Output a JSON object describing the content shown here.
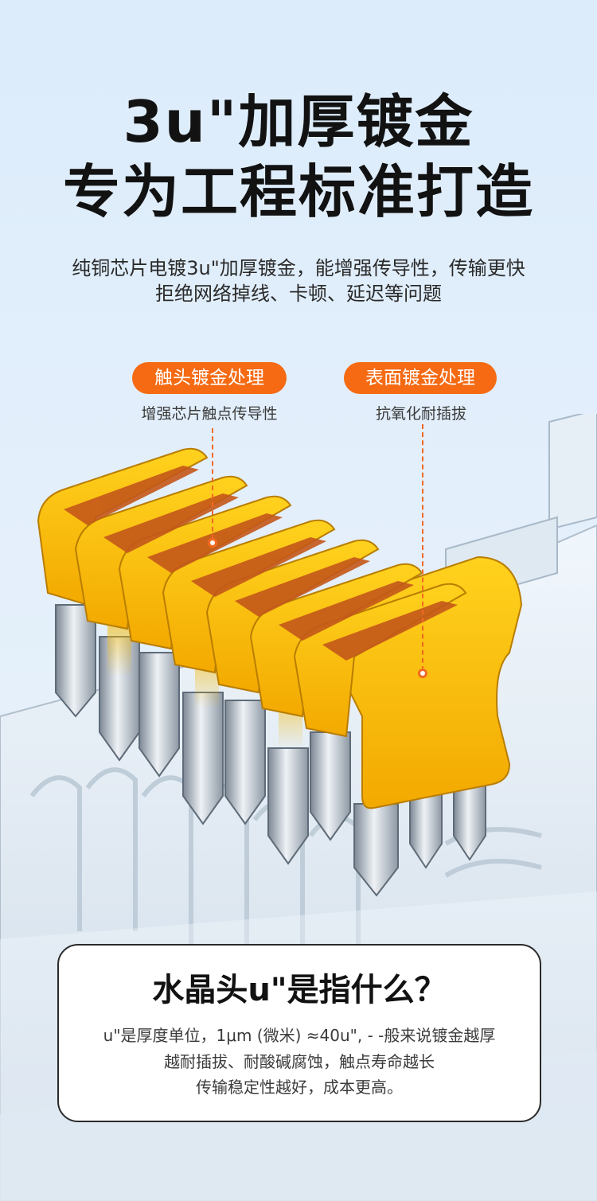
{
  "headline": {
    "line1": "3u\"加厚镀金",
    "line2": "专为工程标准打造"
  },
  "description": {
    "line1": "纯铜芯片电镀3u\"加厚镀金，能增强传导性，传输更快",
    "line2": "拒绝网络掉线、卡顿、延迟等问题"
  },
  "callouts": [
    {
      "label": "触头镀金处理",
      "note": "增强芯片触点传导性"
    },
    {
      "label": "表面镀金处理",
      "note": "抗氧化耐插拔"
    }
  ],
  "info_card": {
    "title": "水晶头u\"是指什么？",
    "line1": "u\"是厚度单位，1μm (微米) ≈40u\", - -般来说镀金越厚",
    "line2": "越耐插拔、耐酸碱腐蚀，触点寿命越长",
    "line3": "传输稳定性越好，成本更高。"
  },
  "colors": {
    "accent": "#f56a13",
    "gold": "#f5b800",
    "copper": "#c4581a",
    "background": "#dcecfb"
  }
}
